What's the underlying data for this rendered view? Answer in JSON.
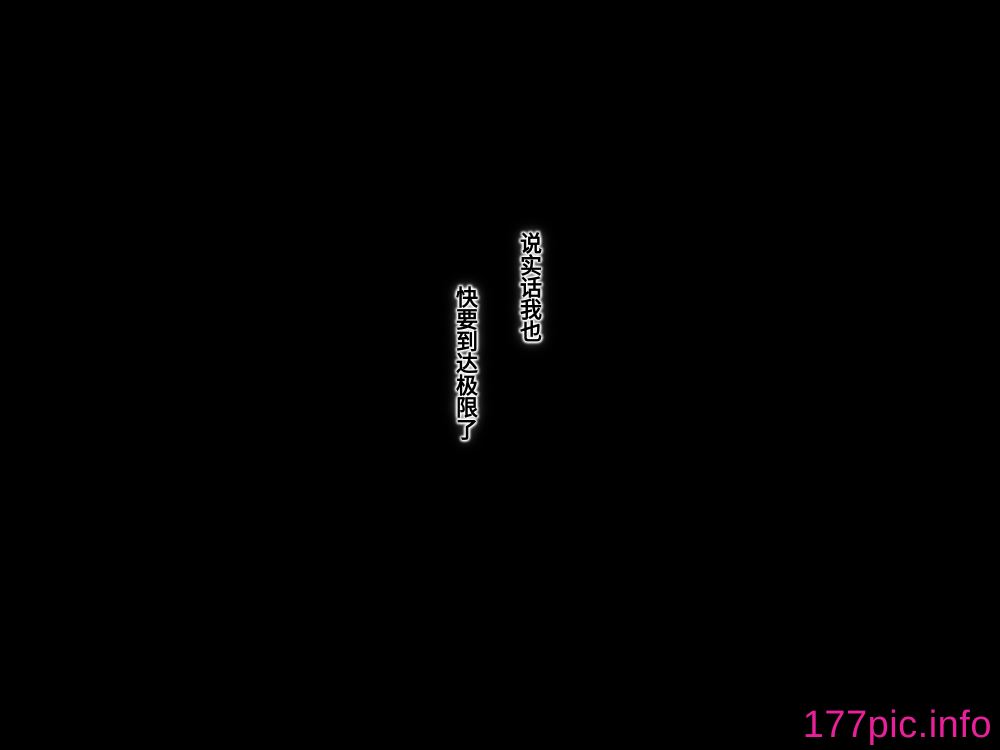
{
  "speech_lines": [
    "说实话我也",
    "快要到达极限了"
  ],
  "watermark": {
    "text": "177pic.info",
    "color": "#e8219a"
  },
  "colors": {
    "background": "#000000",
    "text": "#000000",
    "text_glow": "#ffffff"
  }
}
